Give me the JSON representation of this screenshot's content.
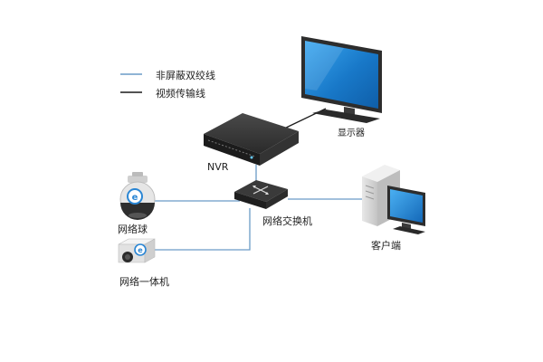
{
  "legend": {
    "items": [
      {
        "label": "非屏蔽双绞线",
        "color": "#6a9bc7"
      },
      {
        "label": "视频传输线",
        "color": "#1a1a1a"
      }
    ]
  },
  "devices": {
    "monitor": {
      "label": "显示器",
      "icon": "monitor-icon"
    },
    "nvr": {
      "label": "NVR",
      "icon": "nvr-icon"
    },
    "switch": {
      "label": "网络交换机",
      "icon": "switch-icon"
    },
    "client": {
      "label": "客户端",
      "icon": "desktop-pc-icon"
    },
    "dome_camera": {
      "label": "网络球",
      "icon": "ptz-dome-camera-icon"
    },
    "box_camera": {
      "label": "网络一体机",
      "icon": "box-camera-icon"
    }
  },
  "colors": {
    "utp_line": "#6a9bc7",
    "video_line": "#1a1a1a",
    "screen_blue": "#1a7fd0",
    "device_dark": "#2b2b2b"
  }
}
